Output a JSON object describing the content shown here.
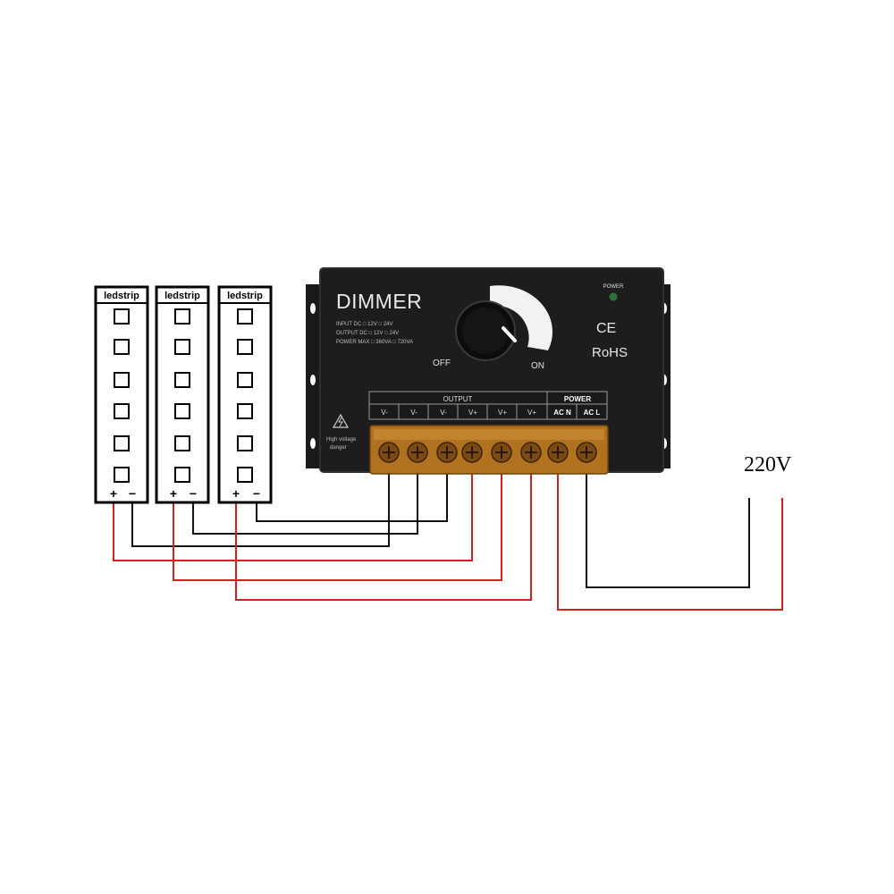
{
  "led_strips": [
    {
      "label": "ledstrip",
      "plus": "+",
      "minus": "−"
    },
    {
      "label": "ledstrip",
      "plus": "+",
      "minus": "−"
    },
    {
      "label": "ledstrip",
      "plus": "+",
      "minus": "−"
    }
  ],
  "dimmer": {
    "title": "DIMMER",
    "specs": [
      "INPUT DC  □ 12V  □ 24V",
      "OUTPUT DC □ 12V □ 24V",
      "POWER MAX □ 360VA □ 720VA"
    ],
    "knob_off": "OFF",
    "knob_on": "ON",
    "power_led_label": "POWER",
    "ce_mark": "CE",
    "rohs_mark": "RoHS",
    "output_header": "OUTPUT",
    "power_header": "POWER",
    "terminals": [
      "V-",
      "V-",
      "V-",
      "V+",
      "V+",
      "V+",
      "AC N",
      "AC L"
    ],
    "warning_text": [
      "High voltage",
      "danger"
    ]
  },
  "supply_label": "220V",
  "colors": {
    "positive_wire": "#d42020",
    "negative_wire": "#111111",
    "dimmer_body": "#1d1d1d",
    "terminal_block": "#b0721e"
  }
}
